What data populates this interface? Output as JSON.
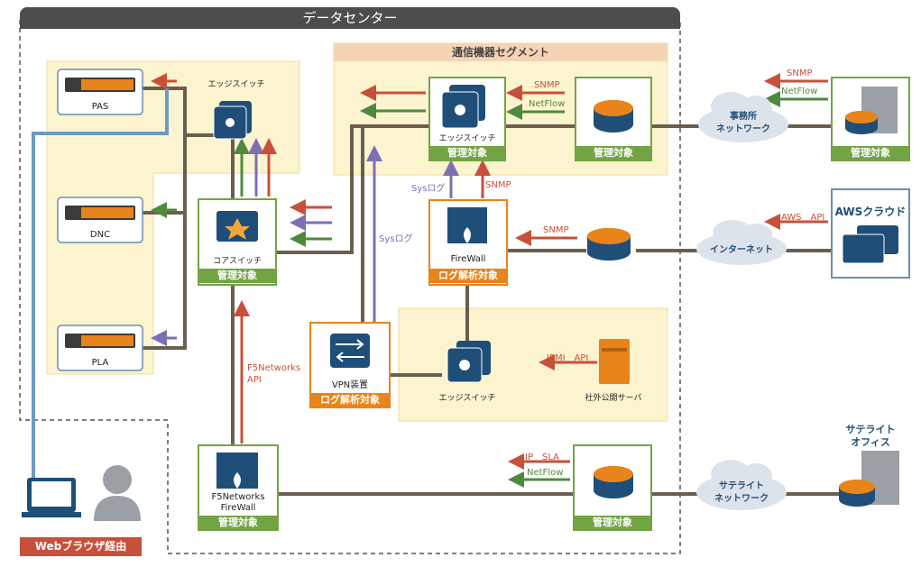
{
  "datacenter": {
    "title": "データセンター"
  },
  "segment": {
    "title": "通信機器セグメント"
  },
  "devices": {
    "pas": "PAS",
    "dnc": "DNC",
    "pla": "PLA",
    "edge_switch_top": "エッジスイッチ",
    "core_switch": "コアスイッチ",
    "seg_edge_switch": "エッジスイッチ",
    "firewall": "FireWall",
    "vpn": "VPN装置",
    "edge_switch_bottom": "エッジスイッチ",
    "public_server": "社外公開サーバ",
    "f5_line1": "F5Networks",
    "f5_line2": "FireWall",
    "aws": "AWSクラウド",
    "satellite_office_line1": "サテライト",
    "satellite_office_line2": "オフィス"
  },
  "tags": {
    "managed": "管理対象",
    "log_analysis": "ログ解析対象"
  },
  "clouds": {
    "office_line1": "事務所",
    "office_line2": "ネットワーク",
    "internet": "インターネット",
    "satellite_line1": "サテライト",
    "satellite_line2": "ネットワーク"
  },
  "arrows": {
    "snmp": "SNMP",
    "netflow": "NetFlow",
    "syslog": "Sysログ",
    "aws_api": "AWS　API",
    "ipmi_api": "IPMI　API",
    "f5_api_line1": "F5Networks",
    "f5_api_line2": "API",
    "ip_sla": "IP　SLA"
  },
  "web_browser": "Webブラウザ経由",
  "colors": {
    "orange": "#e8841a",
    "green": "#72a443",
    "navy": "#1f4e79",
    "red": "#c7503a",
    "purple": "#7c6fb4",
    "line": "#6b5e4f"
  }
}
